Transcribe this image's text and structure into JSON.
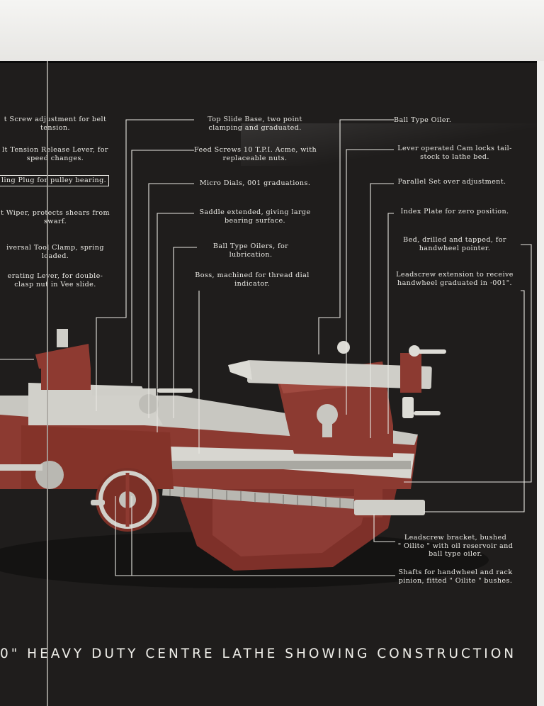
{
  "captions_left": [
    "t Screw adjustment for belt\ntension.",
    "lt Tension Release Lever, for\nspeed changes.",
    "ling Plug for pulley bearing.",
    "t Wiper, protects shears from\nswarf.",
    "iversal Tool Clamp, spring\nloaded.",
    "erating Lever, for double-\nclasp nut in Vee slide."
  ],
  "captions_middle": [
    "Top Slide Base, two point\nclamping and graduated.",
    "Feed Screws 10 T.P.I. Acme, with\nreplaceable nuts.",
    "Micro Dials, 001 graduations.",
    "Saddle extended, giving large\nbearing surface.",
    "Ball Type Oilers, for\nlubrication.",
    "Boss, machined for thread dial\nindicator."
  ],
  "captions_right": [
    "Ball Type Oiler.",
    "Lever operated Cam locks tail-\nstock to lathe bed.",
    "Parallel Set over adjustment.",
    "Index Plate for zero position.",
    "Bed, drilled and tapped, for\nhandwheel pointer.",
    "Leadscrew extension to receive\nhandwheel graduated in ·001\"."
  ],
  "captions_bottom": [
    "Leadscrew bracket, bushed\n\" Oilite \" with oil reservoir and\nball type oiler.",
    "Shafts for handwheel and rack\npinion, fitted \" Oilite \" bushes."
  ],
  "title": "0\" HEAVY DUTY CENTRE LATHE SHOWING CONSTRUCTION",
  "colors": {
    "background": "#1f1d1c",
    "text": "#ecebe6",
    "machine_red": "#8e3a31",
    "steel": "#c9c8c2"
  }
}
